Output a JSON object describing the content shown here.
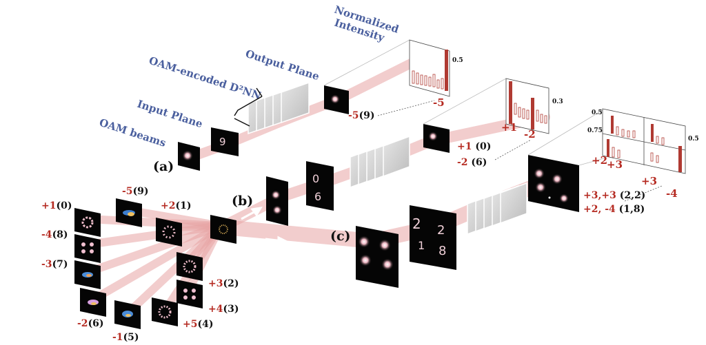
{
  "titles": {
    "normalized_intensity_line1": "Normalized",
    "normalized_intensity_line2": "Intensity",
    "output_plane": "Output Plane",
    "oam_encoded_d2nn": "OAM-encoded D²NN",
    "input_plane": "Input Plane",
    "oam_beams": "OAM beams"
  },
  "panels": {
    "a": "(a)",
    "b": "(b)",
    "c": "(c)"
  },
  "oam_beams": [
    {
      "charge": "+1",
      "index": "(0)"
    },
    {
      "charge": "-5",
      "index": "(9)"
    },
    {
      "charge": "+2",
      "index": "(1)"
    },
    {
      "charge": "-4",
      "index": "(8)"
    },
    {
      "charge": "-3",
      "index": "(7)"
    },
    {
      "charge": "+3",
      "index": "(2)"
    },
    {
      "charge": "+4",
      "index": "(3)"
    },
    {
      "charge": "+5",
      "index": "(4)"
    },
    {
      "charge": "-1",
      "index": "(5)"
    },
    {
      "charge": "-2",
      "index": "(6)"
    }
  ],
  "outputs": {
    "a": {
      "charge": "-5",
      "index": "(9)"
    },
    "b": [
      {
        "charge": "+1",
        "index": " (0)"
      },
      {
        "charge": "-2",
        "index": " (6)"
      }
    ],
    "c": [
      {
        "charge": "+3,+3",
        "index": " (2,2)"
      },
      {
        "charge": "+2, -4",
        "index": " (1,8)"
      }
    ]
  },
  "histograms": {
    "a": {
      "peak_label": "-5",
      "scale_label": "0.5"
    },
    "b": {
      "peak_labels": [
        "+1",
        "-2"
      ],
      "scale_label": "0.3"
    },
    "c": {
      "scale_top": "0.5",
      "scale_mid": "0.75",
      "scale_right": "0.5",
      "peak_labels": [
        "+2",
        "+3",
        "+3",
        "-4"
      ]
    }
  },
  "colors": {
    "title_blue": "#4a5f9e",
    "charge_red": "#b52a21",
    "beam_pink": "#e8a4a4",
    "bar_red": "#b03a32"
  }
}
